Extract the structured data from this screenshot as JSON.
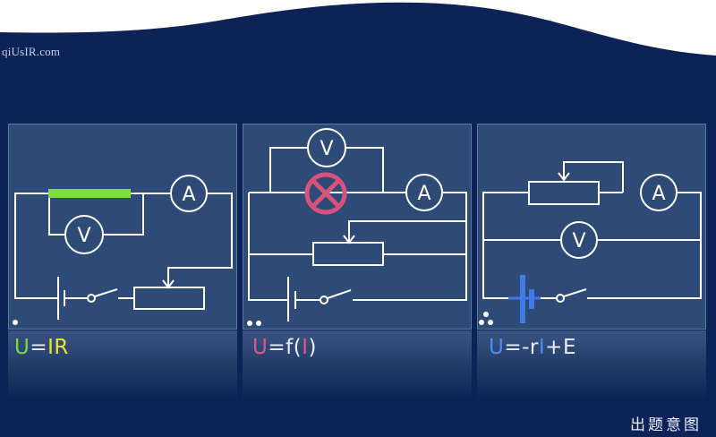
{
  "site": {
    "logo_text": "qiUsIR.com"
  },
  "panels": [
    {
      "index_dots": 1,
      "meters": {
        "ammeter": "A",
        "voltmeter": "V"
      },
      "formula": {
        "parts": [
          {
            "text": "U",
            "color": "#7ddc3a"
          },
          {
            "text": "=",
            "color": "#ffffff"
          },
          {
            "text": "I",
            "color": "#e8e62c"
          },
          {
            "text": "R",
            "color": "#e8e62c"
          }
        ]
      }
    },
    {
      "index_dots": 2,
      "meters": {
        "ammeter": "A",
        "voltmeter": "V"
      },
      "formula": {
        "parts": [
          {
            "text": "U",
            "color": "#e05588"
          },
          {
            "text": "=f(",
            "color": "#ffffff"
          },
          {
            "text": "I",
            "color": "#e05588"
          },
          {
            "text": ")",
            "color": "#ffffff"
          }
        ]
      }
    },
    {
      "index_dots": 3,
      "meters": {
        "ammeter": "A",
        "voltmeter": "V"
      },
      "formula": {
        "parts": [
          {
            "text": "U",
            "color": "#4a8cf0"
          },
          {
            "text": "=-r",
            "color": "#ffffff"
          },
          {
            "text": "I",
            "color": "#4a8cf0"
          },
          {
            "text": "+E",
            "color": "#ffffff"
          }
        ]
      }
    }
  ],
  "colors": {
    "resistor_highlight": "#7ee03c",
    "bulb": "#d7527c",
    "battery": "#3f7be6",
    "background": "#0d2358",
    "panel": "#2e4a76"
  },
  "footer": {
    "label": "出题意图"
  }
}
